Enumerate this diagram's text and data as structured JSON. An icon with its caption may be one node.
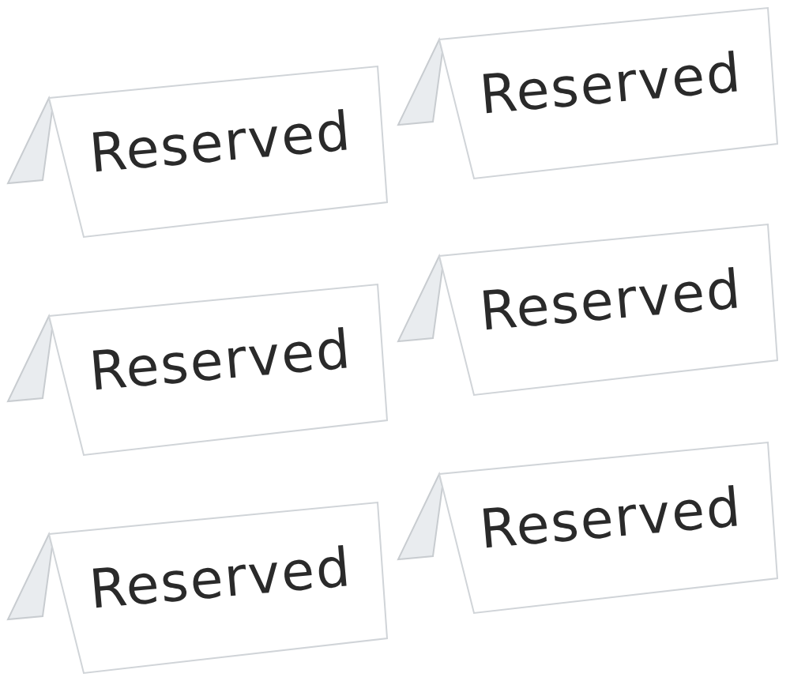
{
  "diagram": {
    "nodes": [
      {
        "text": [
          "Reserved"
        ]
      },
      {
        "text": [
          "Reserved"
        ]
      },
      {
        "text": [
          "Reserved"
        ]
      },
      {
        "text": [
          "Reserved"
        ]
      },
      {
        "text": [
          "Reserved"
        ]
      },
      {
        "text": [
          "Reserved"
        ]
      }
    ]
  }
}
